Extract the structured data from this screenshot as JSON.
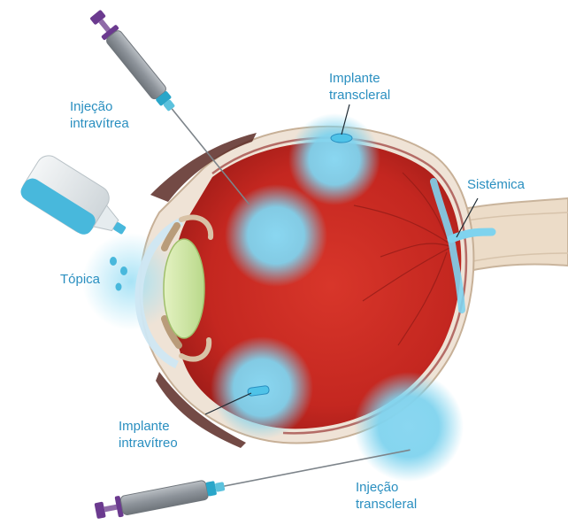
{
  "diagram": {
    "labels": {
      "intravitreal_injection": {
        "line1": "Injeção",
        "line2": "intravítrea"
      },
      "transscleral_implant": {
        "line1": "Implante",
        "line2": "transcleral"
      },
      "systemic": {
        "line1": "Sistémica"
      },
      "topical": {
        "line1": "Tópica"
      },
      "intravitreal_implant": {
        "line1": "Implante",
        "line2": "intravítreo"
      },
      "transscleral_injection": {
        "line1": "Injeção",
        "line2": "transcleral"
      }
    },
    "colors": {
      "label_text": "#2a8fc0",
      "drug_highlight": "#7fd3ee",
      "retina": "#cc2a22",
      "sclera": "#efe3d6",
      "lens": "#cfe6a0",
      "syringe_barrel": "#8d939a",
      "syringe_plunger": "#6b3a8f",
      "syringe_hub": "#2aa6c9"
    }
  }
}
